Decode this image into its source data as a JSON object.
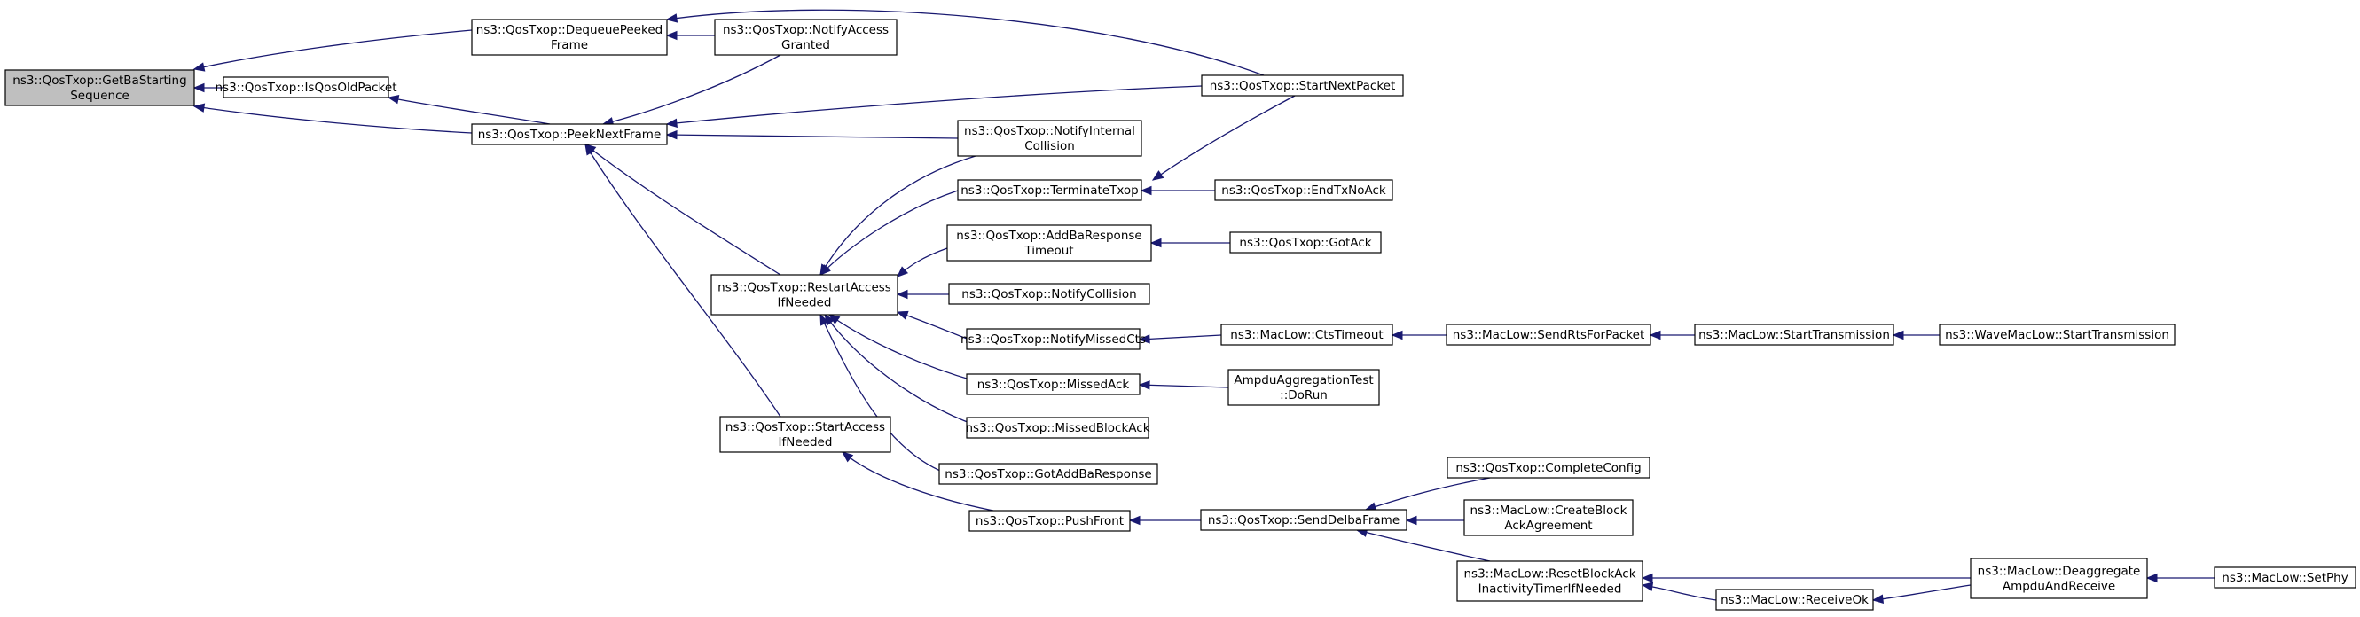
{
  "graph": {
    "nodes": [
      {
        "id": "getba",
        "lines": [
          "ns3::QosTxop::GetBaStarting",
          "Sequence"
        ],
        "root": true
      },
      {
        "id": "dequeue",
        "lines": [
          "ns3::QosTxop::DequeuePeeked",
          "Frame"
        ]
      },
      {
        "id": "isqosold",
        "lines": [
          "ns3::QosTxop::IsQosOldPacket"
        ]
      },
      {
        "id": "peek",
        "lines": [
          "ns3::QosTxop::PeekNextFrame"
        ]
      },
      {
        "id": "notifyaccess",
        "lines": [
          "ns3::QosTxop::NotifyAccess",
          "Granted"
        ]
      },
      {
        "id": "startnext",
        "lines": [
          "ns3::QosTxop::StartNextPacket"
        ]
      },
      {
        "id": "notifyinternal",
        "lines": [
          "ns3::QosTxop::NotifyInternal",
          "Collision"
        ]
      },
      {
        "id": "terminate",
        "lines": [
          "ns3::QosTxop::TerminateTxop"
        ]
      },
      {
        "id": "endtxnoack",
        "lines": [
          "ns3::QosTxop::EndTxNoAck"
        ]
      },
      {
        "id": "restart",
        "lines": [
          "ns3::QosTxop::RestartAccess",
          "IfNeeded"
        ]
      },
      {
        "id": "addbaresp",
        "lines": [
          "ns3::QosTxop::AddBaResponse",
          "Timeout"
        ]
      },
      {
        "id": "gotack",
        "lines": [
          "ns3::QosTxop::GotAck"
        ]
      },
      {
        "id": "notifycoll",
        "lines": [
          "ns3::QosTxop::NotifyCollision"
        ]
      },
      {
        "id": "missedcts",
        "lines": [
          "ns3::QosTxop::NotifyMissedCts"
        ]
      },
      {
        "id": "ctstimeout",
        "lines": [
          "ns3::MacLow::CtsTimeout"
        ]
      },
      {
        "id": "sendrts",
        "lines": [
          "ns3::MacLow::SendRtsForPacket"
        ]
      },
      {
        "id": "starttx",
        "lines": [
          "ns3::MacLow::StartTransmission"
        ]
      },
      {
        "id": "wavestarttx",
        "lines": [
          "ns3::WaveMacLow::StartTransmission"
        ]
      },
      {
        "id": "missedack",
        "lines": [
          "ns3::QosTxop::MissedAck"
        ]
      },
      {
        "id": "ampdutest",
        "lines": [
          "AmpduAggregationTest",
          "::DoRun"
        ]
      },
      {
        "id": "missedblock",
        "lines": [
          "ns3::QosTxop::MissedBlockAck"
        ]
      },
      {
        "id": "startaccess",
        "lines": [
          "ns3::QosTxop::StartAccess",
          "IfNeeded"
        ]
      },
      {
        "id": "gotaddba",
        "lines": [
          "ns3::QosTxop::GotAddBaResponse"
        ]
      },
      {
        "id": "pushfront",
        "lines": [
          "ns3::QosTxop::PushFront"
        ]
      },
      {
        "id": "senddelba",
        "lines": [
          "ns3::QosTxop::SendDelbaFrame"
        ]
      },
      {
        "id": "completeconfig",
        "lines": [
          "ns3::QosTxop::CompleteConfig"
        ]
      },
      {
        "id": "createblock",
        "lines": [
          "ns3::MacLow::CreateBlock",
          "AckAgreement"
        ]
      },
      {
        "id": "resetblock",
        "lines": [
          "ns3::MacLow::ResetBlockAck",
          "InactivityTimerIfNeeded"
        ]
      },
      {
        "id": "receiveok",
        "lines": [
          "ns3::MacLow::ReceiveOk"
        ]
      },
      {
        "id": "deaggregate",
        "lines": [
          "ns3::MacLow::Deaggregate",
          "AmpduAndReceive"
        ]
      },
      {
        "id": "setphy",
        "lines": [
          "ns3::MacLow::SetPhy"
        ]
      }
    ],
    "edges": [
      {
        "from": "dequeue",
        "to": "getba"
      },
      {
        "from": "isqosold",
        "to": "getba"
      },
      {
        "from": "peek",
        "to": "getba"
      },
      {
        "from": "notifyaccess",
        "to": "dequeue"
      },
      {
        "from": "startnext",
        "to": "dequeue"
      },
      {
        "from": "peek",
        "to": "isqosold"
      },
      {
        "from": "notifyaccess",
        "to": "peek"
      },
      {
        "from": "startnext",
        "to": "peek"
      },
      {
        "from": "notifyinternal",
        "to": "peek"
      },
      {
        "from": "restart",
        "to": "peek"
      },
      {
        "from": "startaccess",
        "to": "peek"
      },
      {
        "from": "terminate",
        "to": "startnext"
      },
      {
        "from": "endtxnoack",
        "to": "terminate"
      },
      {
        "from": "notifyinternal",
        "to": "restart"
      },
      {
        "from": "terminate",
        "to": "restart"
      },
      {
        "from": "addbaresp",
        "to": "restart"
      },
      {
        "from": "notifycoll",
        "to": "restart"
      },
      {
        "from": "missedcts",
        "to": "restart"
      },
      {
        "from": "missedack",
        "to": "restart"
      },
      {
        "from": "missedblock",
        "to": "restart"
      },
      {
        "from": "gotaddba",
        "to": "restart"
      },
      {
        "from": "gotack",
        "to": "addbaresp"
      },
      {
        "from": "ctstimeout",
        "to": "missedcts"
      },
      {
        "from": "sendrts",
        "to": "ctstimeout"
      },
      {
        "from": "starttx",
        "to": "sendrts"
      },
      {
        "from": "wavestarttx",
        "to": "starttx"
      },
      {
        "from": "ampdutest",
        "to": "missedack"
      },
      {
        "from": "pushfront",
        "to": "startaccess"
      },
      {
        "from": "senddelba",
        "to": "pushfront"
      },
      {
        "from": "completeconfig",
        "to": "senddelba"
      },
      {
        "from": "createblock",
        "to": "senddelba"
      },
      {
        "from": "resetblock",
        "to": "senddelba"
      },
      {
        "from": "receiveok",
        "to": "resetblock"
      },
      {
        "from": "deaggregate",
        "to": "resetblock"
      },
      {
        "from": "deaggregate",
        "to": "receiveok"
      },
      {
        "from": "setphy",
        "to": "deaggregate"
      }
    ]
  }
}
